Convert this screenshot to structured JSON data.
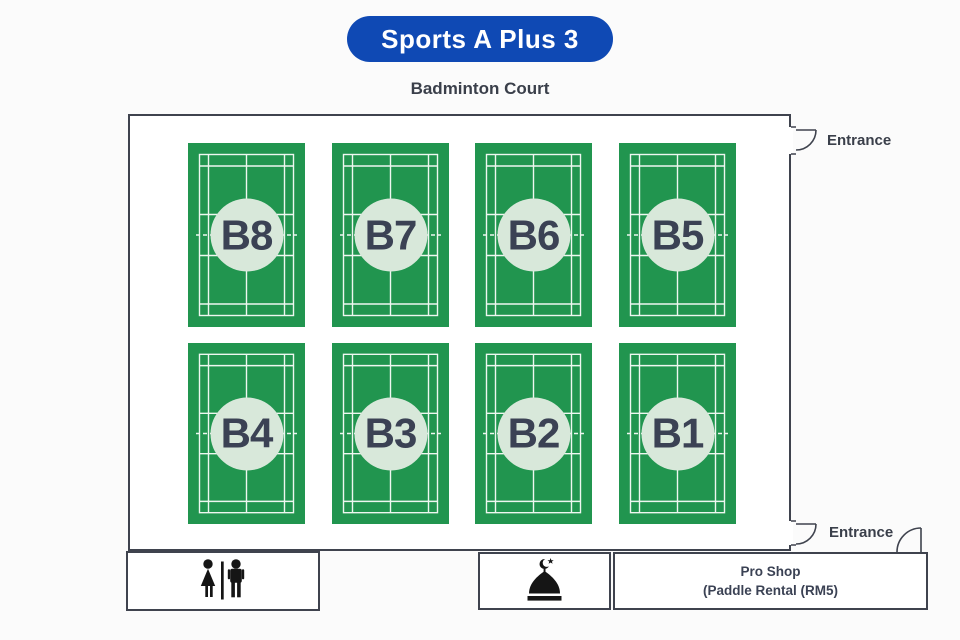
{
  "theme": {
    "page_bg": "#fbfbfb",
    "badge_blue": "#0f49b4",
    "court_green": "#21954f",
    "court_line": "#eef7f0",
    "court_circle": "#d8e8da",
    "court_label": "#3b4254",
    "ink": "#3a3f4a",
    "wall": "#3f434e"
  },
  "header": {
    "title": "Sports A Plus 3",
    "subtitle": "Badminton Court"
  },
  "courts": {
    "items": [
      {
        "label": "B8"
      },
      {
        "label": "B7"
      },
      {
        "label": "B6"
      },
      {
        "label": "B5"
      },
      {
        "label": "B4"
      },
      {
        "label": "B3"
      },
      {
        "label": "B2"
      },
      {
        "label": "B1"
      }
    ]
  },
  "entrances": {
    "top": {
      "label": "Entrance"
    },
    "bottom": {
      "label": "Entrance"
    }
  },
  "facilities": {
    "restroom": {
      "icon": "restroom-icon"
    },
    "prayer_room": {
      "icon": "mosque-icon"
    },
    "pro_shop": {
      "line1": "Pro Shop",
      "line2": "(Paddle Rental (RM5)"
    }
  }
}
